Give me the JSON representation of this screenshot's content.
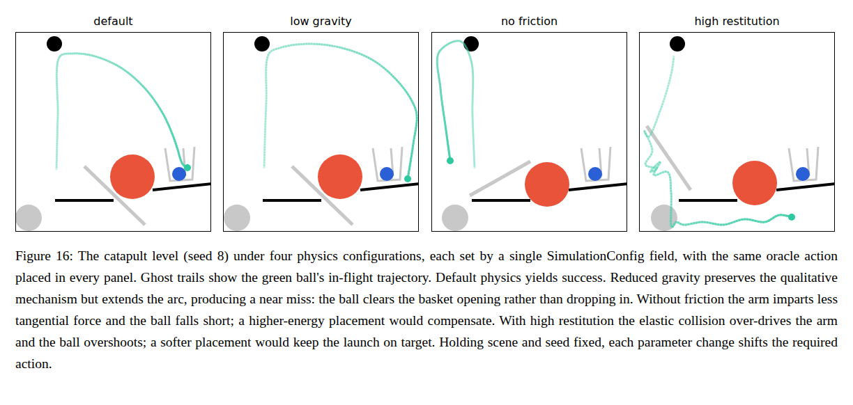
{
  "diagram": {
    "caption": "Figure 16: The catapult level (seed 8) under four physics configurations, each set by a single SimulationConfig field, with the same oracle action placed in every panel. Ghost trails show the green ball's in-flight trajectory. Default physics yields success. Reduced gravity preserves the qualitative mechanism but extends the arc, producing a near miss: the ball clears the basket opening rather than dropping in. Without friction the arm imparts less tangential force and the ball falls short; a higher-energy placement would compensate. With high restitution the elastic collision over-drives the arm and the ball overshoots; a softer placement would keep the launch on target. Holding scene and seed fixed, each parameter change shifts the required action.",
    "nodes": [
      {
        "text": [
          "default"
        ]
      },
      {
        "text": [
          "low gravity"
        ]
      },
      {
        "text": [
          "no friction"
        ]
      },
      {
        "text": [
          "high restitution"
        ]
      }
    ]
  }
}
